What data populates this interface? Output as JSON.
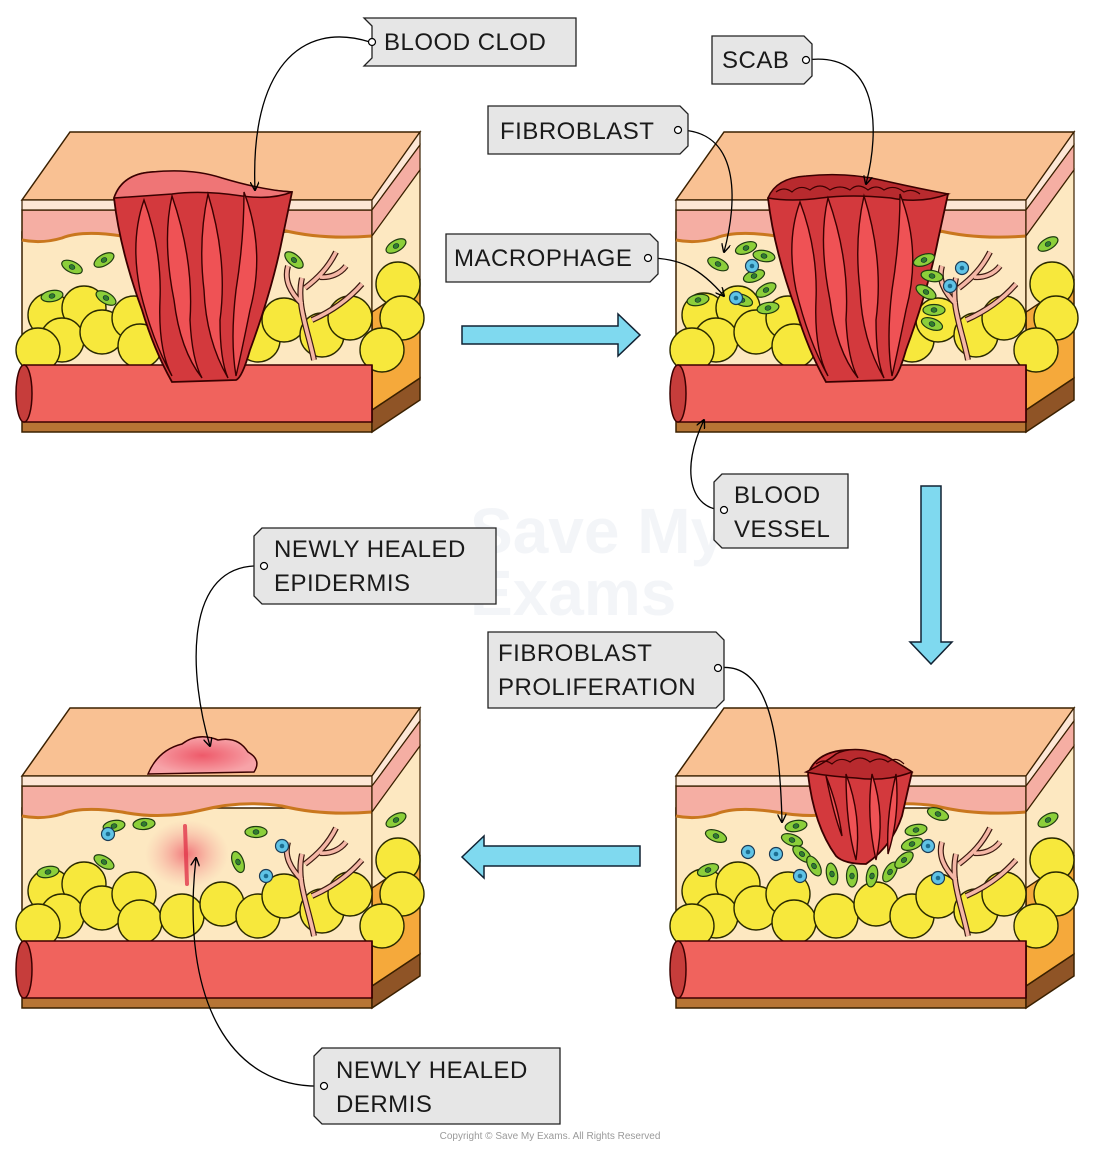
{
  "labels": {
    "blood_clod": "BLOOD  CLOD",
    "scab": "SCAB",
    "fibroblast": "FIBROBLAST",
    "macrophage": "MACROPHAGE",
    "blood_vessel_1": "BLOOD",
    "blood_vessel_2": "VESSEL",
    "fibroblast_prolif_1": "FIBROBLAST",
    "fibroblast_prolif_2": "PROLIFERATION",
    "healed_epidermis_1": "NEWLY  HEALED",
    "healed_epidermis_2": "EPIDERMIS",
    "healed_dermis_1": "NEWLY  HEALED",
    "healed_dermis_2": "DERMIS"
  },
  "watermark": {
    "line1": "Save My",
    "line2": "Exams"
  },
  "copyright": "Copyright © Save My Exams. All Rights Reserved",
  "colors": {
    "epidermis_top": "#f9c193",
    "epidermis_pink": "#f5aea3",
    "dermis": "#fde8c1",
    "fat": "#f7e83c",
    "vessel": "#e9605c",
    "clot": "#d3393d",
    "fibroblast": "#8ccf3a",
    "macrophage": "#5fc3e6",
    "arrow": "#7fd9ef",
    "base": "#b77535"
  }
}
